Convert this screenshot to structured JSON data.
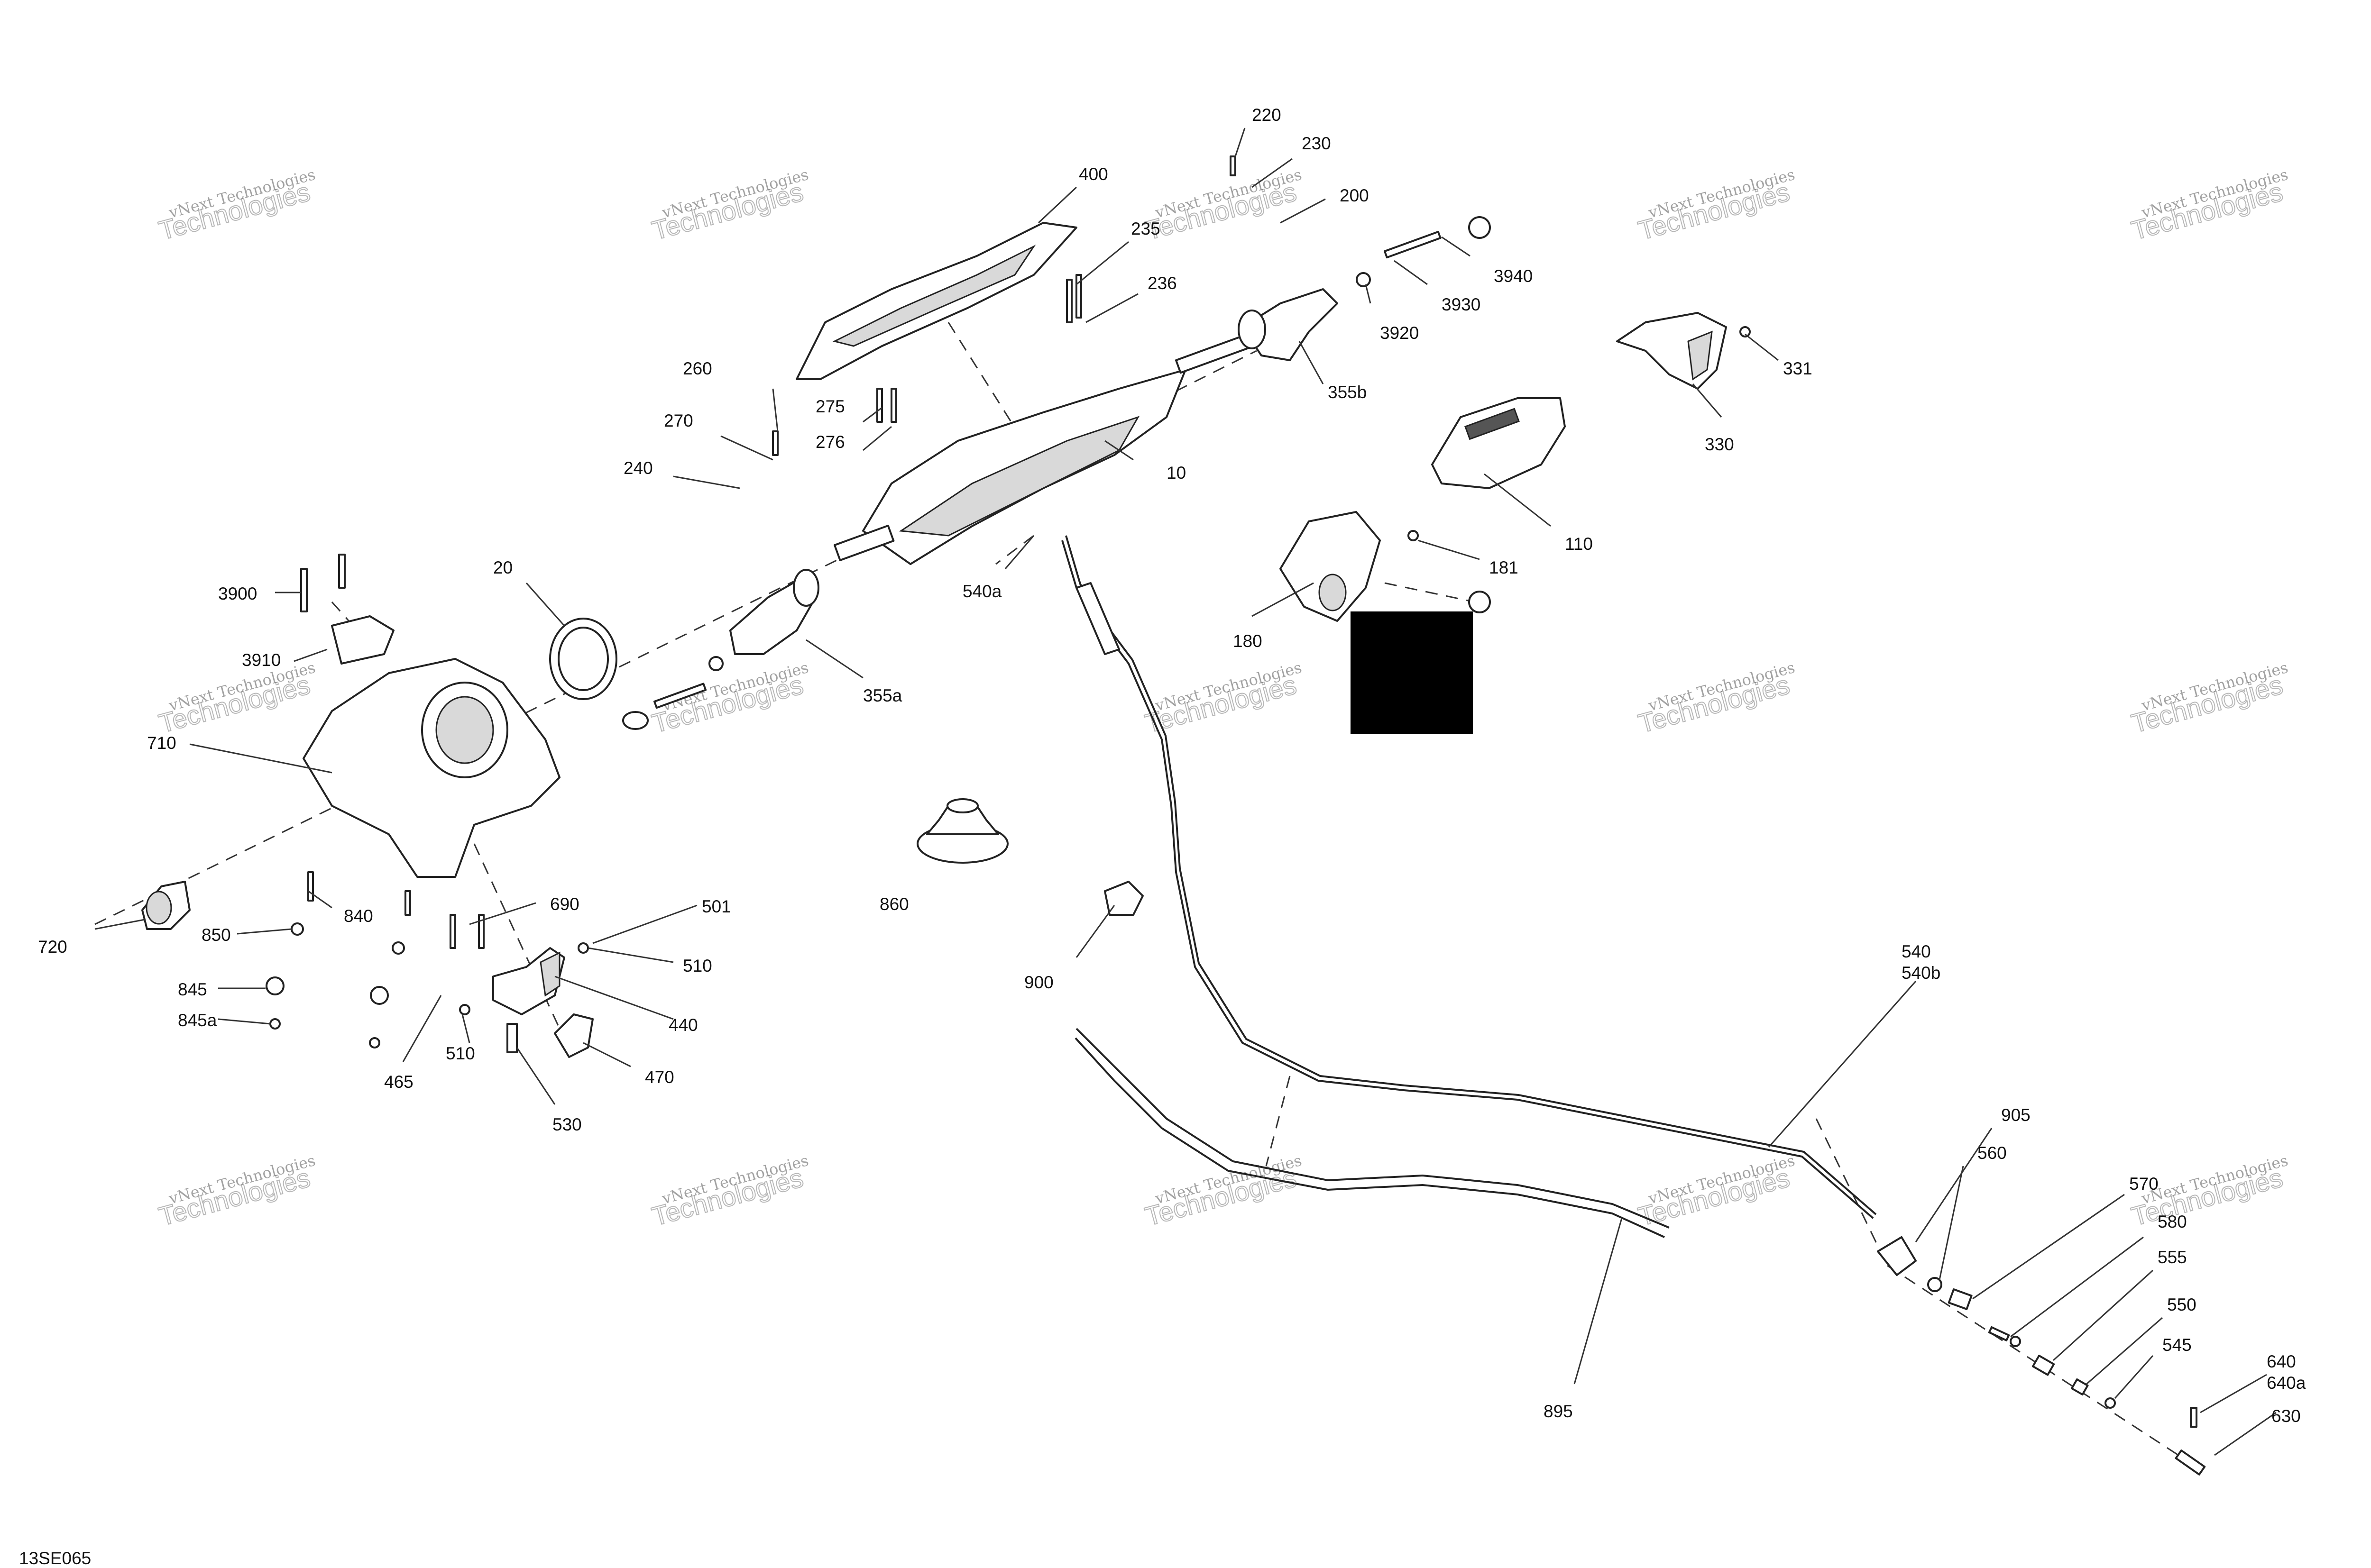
{
  "diagram_id": "13SE065",
  "watermark": {
    "line1": "vNext Technologies",
    "line2": "Technologies"
  },
  "callouts": [
    "220",
    "230",
    "200",
    "400",
    "235",
    "236",
    "3940",
    "3930",
    "3920",
    "355b",
    "331",
    "330",
    "260",
    "275",
    "270",
    "276",
    "240",
    "10",
    "110",
    "181",
    "180",
    "540a",
    "20",
    "3900",
    "3910",
    "355a",
    "710",
    "860",
    "900",
    "840",
    "850",
    "720",
    "690",
    "501",
    "510",
    "845",
    "845a",
    "440",
    "465",
    "510",
    "470",
    "530",
    "540",
    "540b",
    "905",
    "560",
    "570",
    "580",
    "555",
    "550",
    "545",
    "640",
    "640a",
    "630",
    "895"
  ]
}
